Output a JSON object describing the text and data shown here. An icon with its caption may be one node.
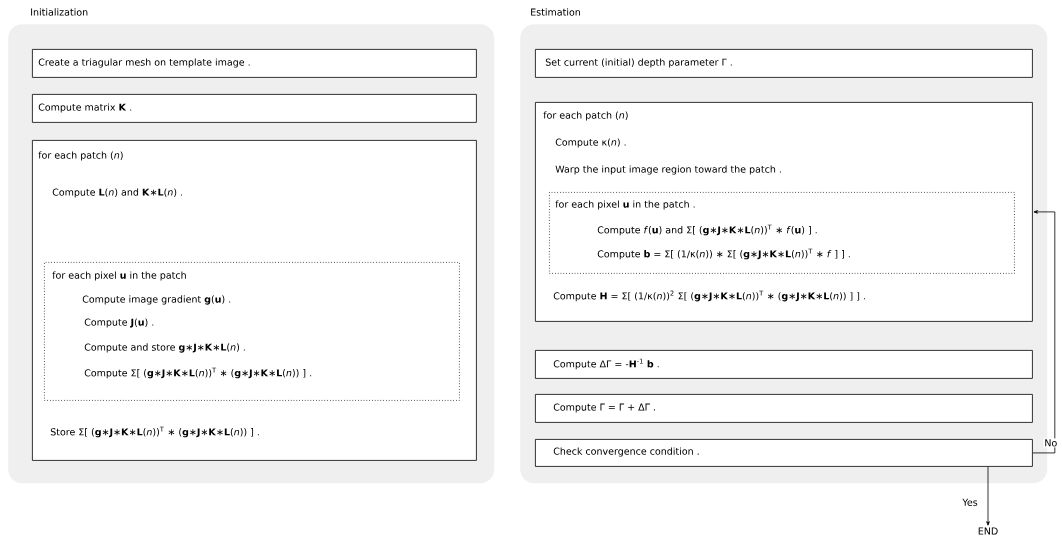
{
  "diagram": {
    "nodes": [
      {
        "text": [
          "Initialization"
        ]
      },
      {
        "text": [
          "Create a triagular mesh on template image ."
        ],
        "in": 0
      },
      {
        "text": [
          "Compute matrix **K** ."
        ],
        "in": 0
      },
      {
        "text": [
          "for each patch (*n*)",
          "Compute **L**(*n*) and **K**∗**L**(*n*) .",
          "Store Σ[ (**g**∗**J**∗**K**∗**L**(*n*))$^{T}$ ∗ (**g**∗**J**∗**K**∗**L**(*n*)) ] ."
        ],
        "in": 0
      },
      {
        "text": [
          "for each pixel **u** in the patch",
          "Compute image gradient **g**(**u**) .",
          "Compute **J**(**u**) .",
          "Compute and store **g**∗**J**∗**K**∗**L**(*n*) .",
          "Compute Σ[ (**g**∗**J**∗**K**∗**L**(*n*))$^{T}$ ∗ (**g**∗**J**∗**K**∗**L**(*n*)) ] ."
        ],
        "in": 3
      },
      {
        "text": [
          "Estimation"
        ]
      },
      {
        "text": [
          "Set current (initial) depth parameter Γ ."
        ],
        "in": 5
      },
      {
        "text": [
          "for each patch (*n*)",
          "Compute κ(*n*) .",
          "Warp the input image region toward the patch .",
          "Compute **H** = Σ[ (1/κ(*n*))$^{2}$ Σ[ (**g**∗**J**∗**K**∗**L**(*n*))$^{T}$ ∗ (**g**∗**J**∗**K**∗**L**(*n*)) ] ] ."
        ],
        "in": 5
      },
      {
        "text": [
          "for each pixel **u** in the patch .",
          "Compute *f*(**u**) and Σ[ (**g**∗**J**∗**K**∗**L**(*n*))$^{T}$ ∗ *f*(**u**) ] .",
          "Compute **b** = Σ[ (1/κ(*n*)) ∗ Σ[ (**g**∗**J**∗**K**∗**L**(*n*))$^{T}$ ∗ *f* ] ] ."
        ],
        "in": 7
      },
      {
        "text": [
          "Compute ΔΓ = -**H**$^{-1}$ **b** ."
        ],
        "in": 5
      },
      {
        "text": [
          "Compute Γ = Γ + ΔΓ ."
        ],
        "in": 5
      },
      {
        "text": [
          "Check convergence condition ."
        ],
        "in": 5
      },
      {
        "text": [
          "END"
        ]
      }
    ],
    "edges": [
      {
        "from": 11,
        "to": 7,
        "arrow": "to",
        "label": "No"
      },
      {
        "from": 11,
        "to": 12,
        "arrow": "to",
        "label": "Yes"
      }
    ]
  }
}
